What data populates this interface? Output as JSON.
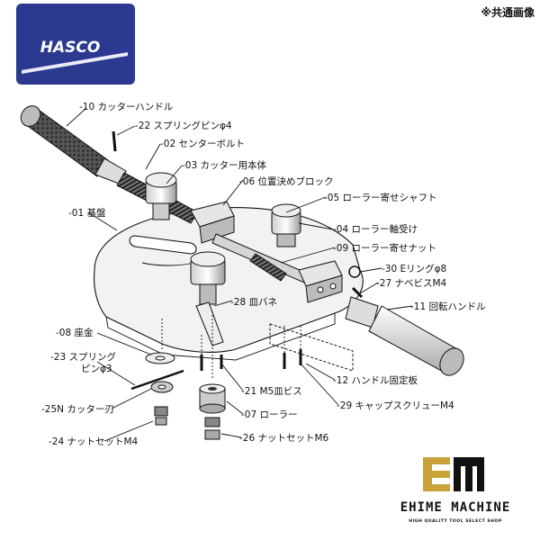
{
  "logo": {
    "text": "HASCO",
    "bg_color": "#2b3990"
  },
  "note": "※共通画像",
  "labels": [
    {
      "id": "p10",
      "text": "-10 カッターハンドル"
    },
    {
      "id": "p22",
      "text": "-22 スプリングピンφ4"
    },
    {
      "id": "p02",
      "text": "-02 センターボルト"
    },
    {
      "id": "p03",
      "text": "-03 カッター用本体"
    },
    {
      "id": "p06",
      "text": "-06 位置決めブロック"
    },
    {
      "id": "p05",
      "text": "-05 ローラー寄せシャフト"
    },
    {
      "id": "p01",
      "text": "-01 基盤"
    },
    {
      "id": "p04",
      "text": "-04 ローラー軸受け"
    },
    {
      "id": "p09",
      "text": "-09 ローラー寄せナット"
    },
    {
      "id": "p30",
      "text": "-30 Eリングφ8"
    },
    {
      "id": "p27",
      "text": "-27 ナベビスM4"
    },
    {
      "id": "p28a",
      "text": "-28 皿バネ"
    },
    {
      "id": "p11",
      "text": "-11 回転ハンドル"
    },
    {
      "id": "p08",
      "text": "-08 座金"
    },
    {
      "id": "p23",
      "text": "-23 スプリング"
    },
    {
      "id": "p23b",
      "text": "ピンφ3"
    },
    {
      "id": "p12",
      "text": "-12 ハンドル固定板"
    },
    {
      "id": "p21",
      "text": "-21 M5皿ビス"
    },
    {
      "id": "p29",
      "text": "-29 キャップスクリューM4"
    },
    {
      "id": "p25",
      "text": "-25N カッター刃"
    },
    {
      "id": "p07",
      "text": "-07 ローラー"
    },
    {
      "id": "p24",
      "text": "-24 ナットセットM4"
    },
    {
      "id": "p26",
      "text": "-26 ナットセットM6"
    }
  ],
  "brand": {
    "mark": "EM",
    "name": "EHIME MACHINE",
    "tagline": "HIGH QUALITY TOOL SELECT SHOP",
    "accent": "#c9a33a"
  }
}
